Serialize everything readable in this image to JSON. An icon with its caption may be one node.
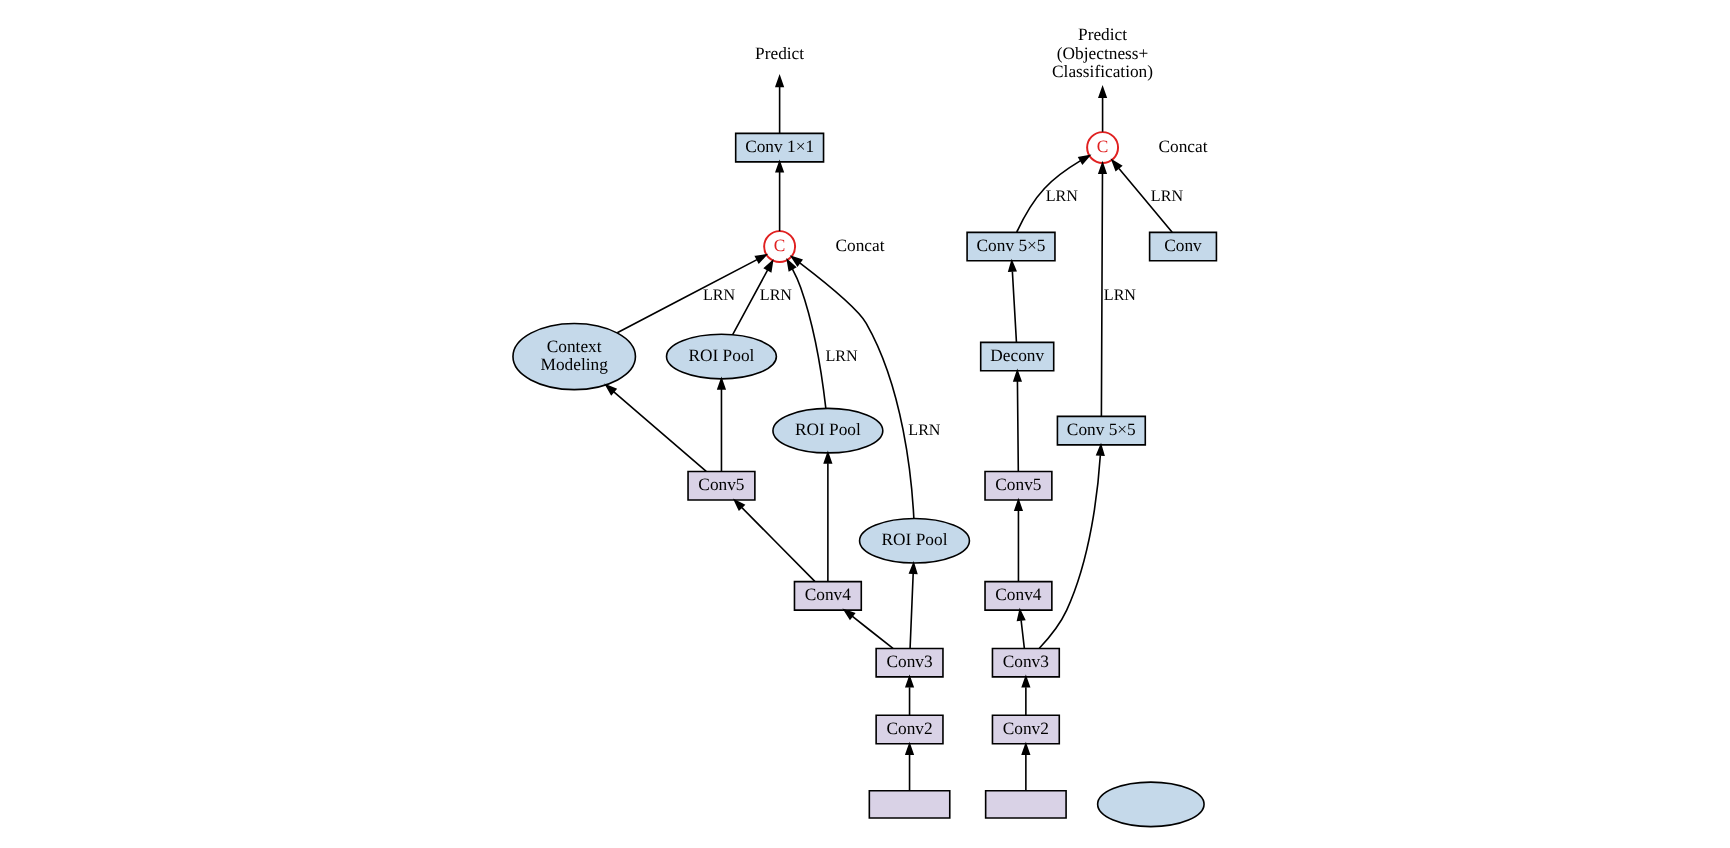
{
  "diagram": {
    "nodes": [
      {
        "text": [
          "Predict"
        ]
      },
      {
        "text": [
          "Conv 1×1"
        ]
      },
      {
        "text": [
          "C"
        ],
        "beside": [
          "Concat"
        ]
      },
      {
        "text": [
          "Context Modeling"
        ]
      },
      {
        "text": [
          "Conv5"
        ]
      },
      {
        "text": [
          "ROI Pool"
        ]
      },
      {
        "text": [
          "Conv4"
        ]
      },
      {
        "text": [
          "ROI Pool"
        ]
      },
      {
        "text": [
          "Conv3"
        ]
      },
      {
        "text": [
          "ROI Pool"
        ]
      },
      {
        "text": [
          "Conv2"
        ]
      },
      {
        "text": [],
        "shape": "box"
      },
      {
        "text": [
          "Predict (Objectness+ Classification)"
        ]
      },
      {
        "text": [
          "Conv5"
        ]
      },
      {
        "text": [
          "Deconv"
        ]
      },
      {
        "text": [
          "Conv 5×5"
        ]
      },
      {
        "text": [
          "C"
        ],
        "beside": [
          "Concat"
        ]
      },
      {
        "text": [
          "Conv4"
        ]
      },
      {
        "text": [
          "Conv3"
        ]
      },
      {
        "text": [
          "Conv 5×5"
        ]
      },
      {
        "text": [
          "Conv2"
        ]
      },
      {
        "text": [],
        "shape": "box"
      },
      {
        "text": [],
        "shape": "ellipse"
      },
      {
        "text": [
          "Conv"
        ]
      }
    ],
    "edges": [
      {
        "from": 1,
        "to": 0,
        "arrow": "to"
      },
      {
        "from": 2,
        "to": 1,
        "arrow": "to"
      },
      {
        "from": 3,
        "to": 2,
        "arrow": "to",
        "label": "LRN"
      },
      {
        "from": 4,
        "to": 3,
        "arrow": "to"
      },
      {
        "from": 5,
        "to": 2,
        "arrow": "to",
        "label": "LRN"
      },
      {
        "from": 7,
        "to": 2,
        "arrow": "to",
        "label": "LRN"
      },
      {
        "from": 9,
        "to": 2,
        "arrow": "to",
        "label": "LRN"
      },
      {
        "from": 4,
        "to": 5,
        "arrow": "to"
      },
      {
        "from": 6,
        "to": 7,
        "arrow": "to"
      },
      {
        "from": 8,
        "to": 9,
        "arrow": "to"
      },
      {
        "from": 6,
        "to": 4,
        "arrow": "to"
      },
      {
        "from": 8,
        "to": 6,
        "arrow": "to"
      },
      {
        "from": 10,
        "to": 8,
        "arrow": "to"
      },
      {
        "from": 11,
        "to": 10,
        "arrow": "to"
      },
      {
        "from": 16,
        "to": 12,
        "arrow": "to"
      },
      {
        "from": 13,
        "to": 14,
        "arrow": "to"
      },
      {
        "from": 14,
        "to": 15,
        "arrow": "to"
      },
      {
        "from": 15,
        "to": 16,
        "arrow": "to",
        "label": "LRN"
      },
      {
        "from": 19,
        "to": 16,
        "arrow": "to",
        "label": "LRN"
      },
      {
        "from": 23,
        "to": 16,
        "arrow": "to",
        "label": "LRN"
      },
      {
        "from": 18,
        "to": 19,
        "arrow": "to"
      },
      {
        "from": 17,
        "to": 13,
        "arrow": "to"
      },
      {
        "from": 18,
        "to": 17,
        "arrow": "to"
      },
      {
        "from": 20,
        "to": 18,
        "arrow": "to"
      },
      {
        "from": 21,
        "to": 20,
        "arrow": "to"
      }
    ]
  }
}
